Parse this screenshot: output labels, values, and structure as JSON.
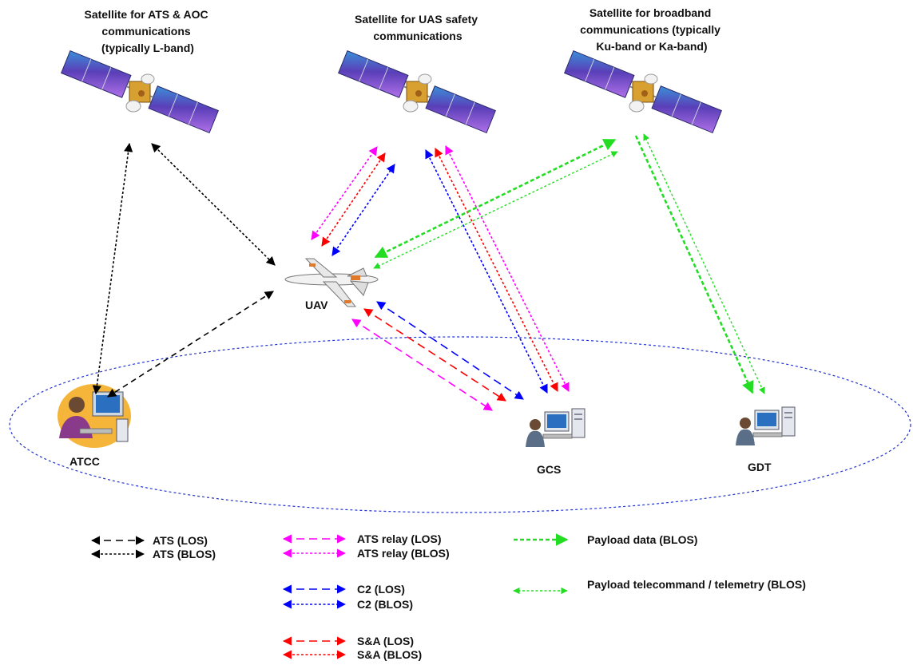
{
  "satellites": {
    "ats_aoc": {
      "lines": [
        "Satellite for ATS & AOC",
        "communications",
        "(typically L-band)"
      ]
    },
    "uas_safety": {
      "lines": [
        "Satellite for UAS safety",
        "communications"
      ]
    },
    "broadband": {
      "lines": [
        "Satellite for broadband",
        "communications (typically",
        "Ku-band or Ka-band)"
      ]
    }
  },
  "nodes": {
    "uav": "UAV",
    "atcc": "ATCC",
    "gcs": "GCS",
    "gdt": "GDT"
  },
  "legend": {
    "ats_los": "ATS (LOS)",
    "ats_blos": "ATS (BLOS)",
    "ats_relay_los": "ATS relay (LOS)",
    "ats_relay_blos": "ATS relay (BLOS)",
    "c2_los": "C2 (LOS)",
    "c2_blos": "C2 (BLOS)",
    "sa_los": "S&A (LOS)",
    "sa_blos": "S&A (BLOS)",
    "payload_data": "Payload data (BLOS)",
    "payload_tc": "Payload telecommand / telemetry (BLOS)"
  },
  "colors": {
    "ats": "#000000",
    "ats_relay": "#ff00ff",
    "c2": "#0000ff",
    "sa": "#ff0000",
    "payload": "#22dd22",
    "ground_zone": "#2233cc"
  },
  "icons": {
    "satellite": "satellite-icon",
    "uav": "uav-aircraft-icon",
    "atcc": "air-traffic-controller-icon",
    "gcs": "ground-control-station-icon",
    "gdt": "ground-data-terminal-icon"
  }
}
